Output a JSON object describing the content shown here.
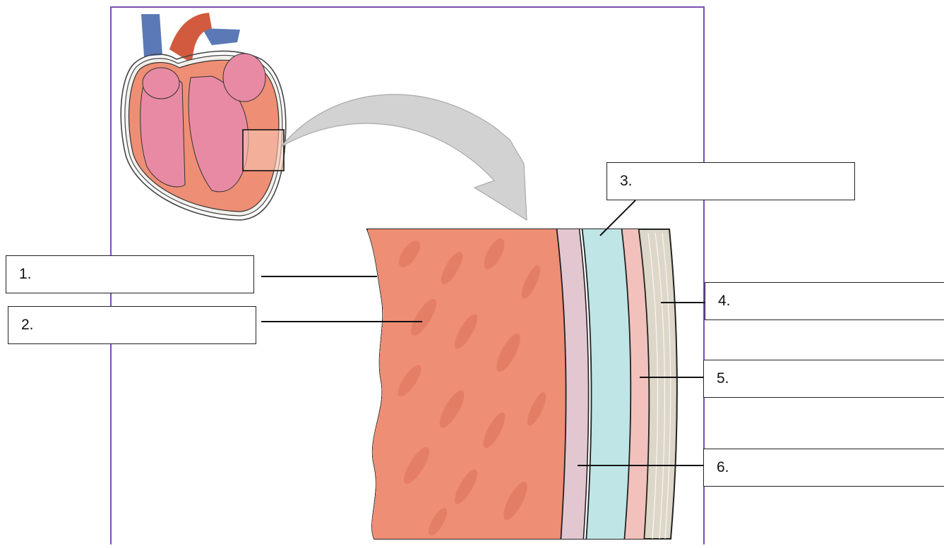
{
  "colors": {
    "frame": "#7a4fb0",
    "myocardium": "#ee8e74",
    "myocardium_dark": "#e07960",
    "endocardium": "#e2c6d0",
    "pericardial_cavity": "#bfe5e6",
    "parietal_layer": "#f2c1bb",
    "fibrous_pericardium": "#ddd7c9",
    "heart_pink": "#e98aa4",
    "aorta": "#d25a3e",
    "vein_blue": "#5b79b6",
    "arrow_gray": "#cfcfcf"
  },
  "labels": [
    {
      "id": "1",
      "text": "1."
    },
    {
      "id": "2",
      "text": "2."
    },
    {
      "id": "3",
      "text": "3."
    },
    {
      "id": "4",
      "text": "4."
    },
    {
      "id": "5",
      "text": "5."
    },
    {
      "id": "6",
      "text": "6."
    }
  ]
}
